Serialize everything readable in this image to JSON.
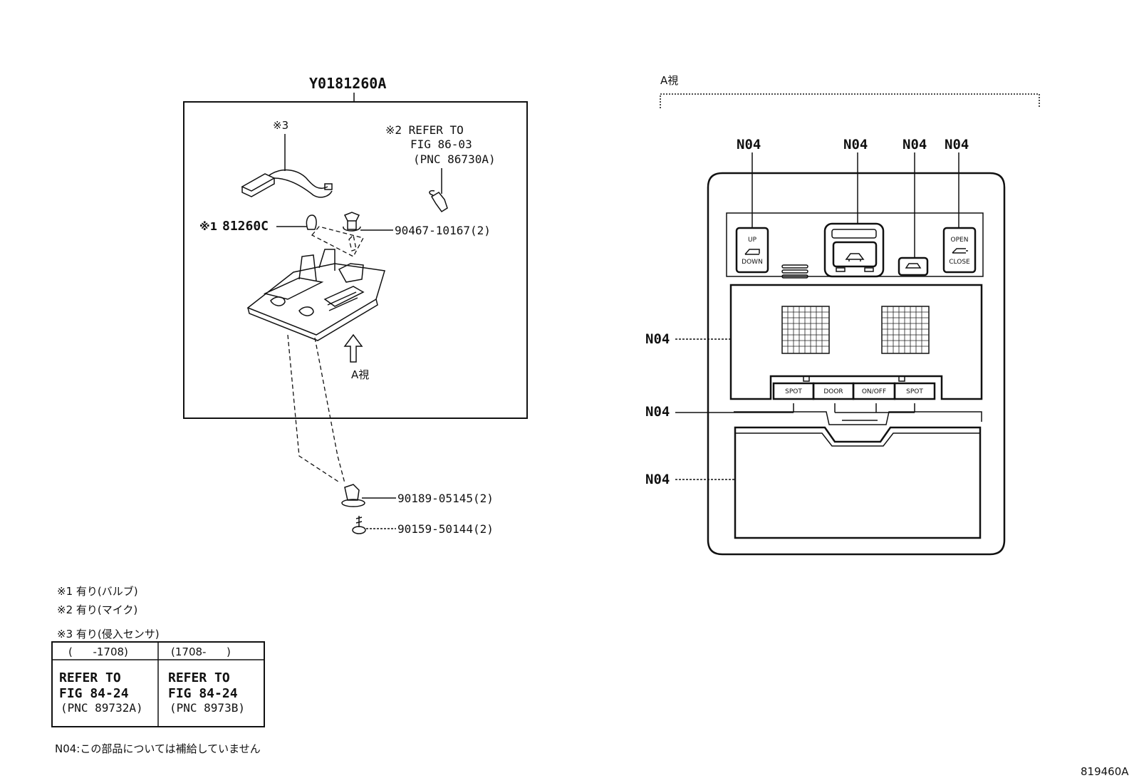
{
  "main_assembly": {
    "part_number": "Y0181260A",
    "note3_label": "※3",
    "note2_lines": [
      "※2 REFER TO",
      "FIG 86-03",
      "(PNC 86730A)"
    ],
    "bulb_marker": "※1",
    "bulb_part": "81260C",
    "clip_part": "90467-10167(2)",
    "view_label": "A視",
    "clip2_part": "90189-05145(2)",
    "screw_part": "90159-50144(2)"
  },
  "view_a": {
    "title": "A視",
    "callout": "N04",
    "buttons": {
      "up": "UP",
      "down": "DOWN",
      "open": "OPEN",
      "close": "CLOSE",
      "spot_left": "SPOT",
      "door": "DOOR",
      "on_off": "ON/OFF",
      "spot_right": "SPOT"
    }
  },
  "notes": [
    "※1 有り(バルブ)",
    "※2 有り(マイク)",
    "※3 有り(侵入センサ)"
  ],
  "sensor_table": {
    "headers": [
      "(      -1708)",
      "(1708-      )"
    ],
    "cells": [
      [
        "REFER TO",
        "FIG 84-24",
        "(PNC 89732A)"
      ],
      [
        "REFER TO",
        "FIG 84-24",
        "(PNC 8973B)"
      ]
    ]
  },
  "footer_note": "N04:この部品については補給していません",
  "figure_id": "819460A"
}
